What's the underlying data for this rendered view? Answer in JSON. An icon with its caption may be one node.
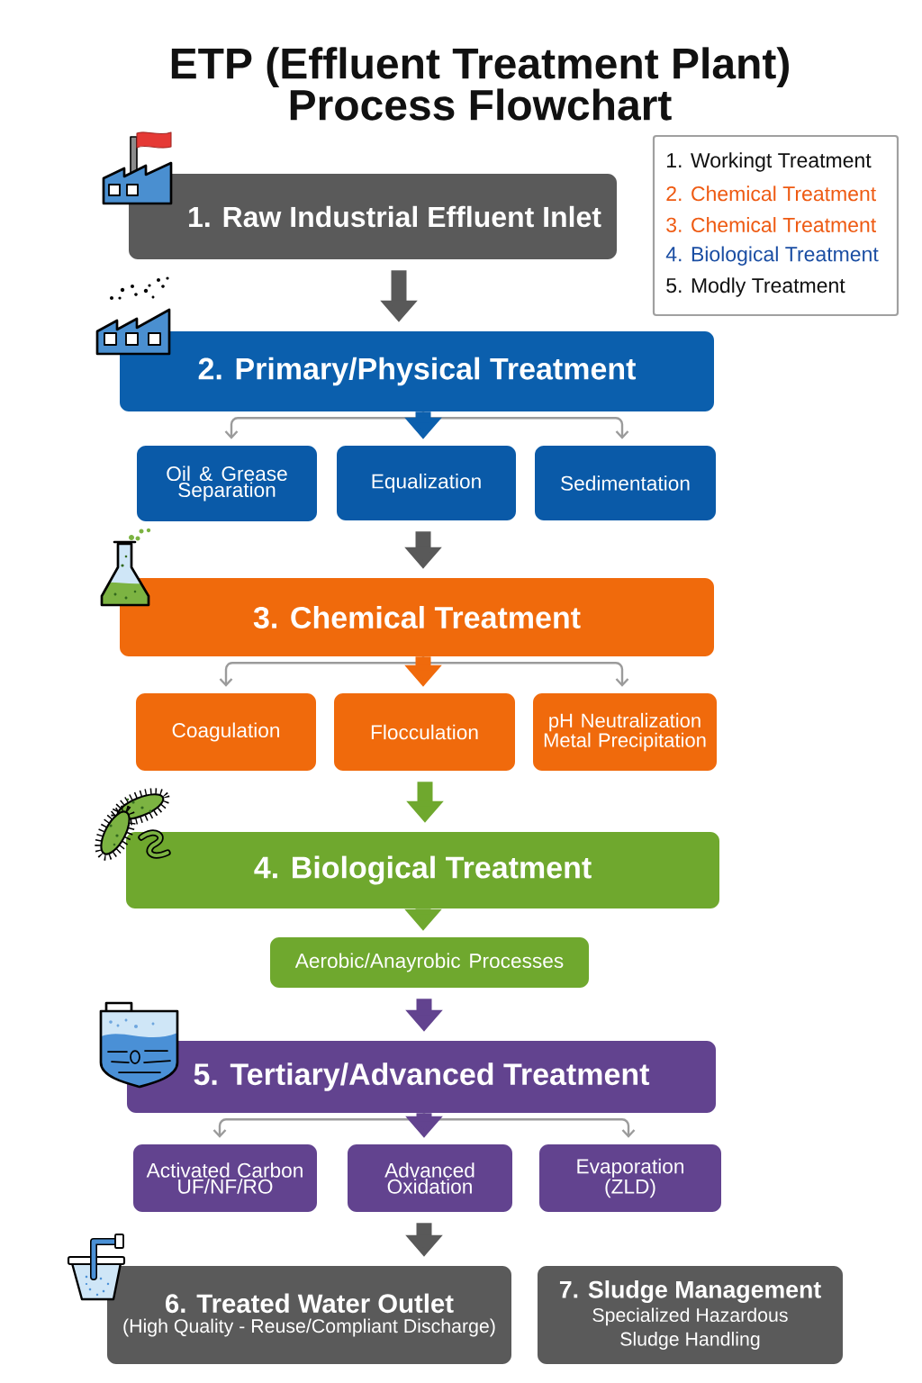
{
  "diagram": {
    "title": "ETP (Effluent Treatment Plant) Process Flowchart",
    "nodes": [
      {
        "text": [
          "1. Raw Industrial Effluent Inlet"
        ]
      },
      {
        "text": [
          "2. Primary/Physical Treatment"
        ]
      },
      {
        "text": [
          "Oil & Grease Separation"
        ]
      },
      {
        "text": [
          "Equalization"
        ]
      },
      {
        "text": [
          "Sedimentation"
        ]
      },
      {
        "text": [
          "3. Chemical Treatment"
        ]
      },
      {
        "text": [
          "Coagulation"
        ]
      },
      {
        "text": [
          "Flocculation"
        ]
      },
      {
        "text": [
          "pH Neutralization Metal Precipitation"
        ]
      },
      {
        "text": [
          "4. Biological Treatment"
        ]
      },
      {
        "text": [
          "Aerobic/Anayrobic Processes"
        ]
      },
      {
        "text": [
          "5. Tertiary/Advanced Treatment"
        ]
      },
      {
        "text": [
          "Activated Carbon UF/NF/RO"
        ]
      },
      {
        "text": [
          "Advanced Oxidation"
        ]
      },
      {
        "text": [
          "Evaporation (ZLD)"
        ]
      },
      {
        "text": [
          "6. Treated Water Outlet",
          "(High Quality - Reuse/Compliant Discharge)"
        ]
      },
      {
        "text": [
          "7. Sludge Management",
          "Specialized Hazardous Sludge Handling"
        ]
      }
    ],
    "edges": [
      {
        "from": 0,
        "to": 1,
        "arrow": "to",
        "color": "#595959"
      },
      {
        "from": 1,
        "to": 2,
        "arrow": "to"
      },
      {
        "from": 1,
        "to": 3,
        "arrow": "to",
        "color": "#0b5fad"
      },
      {
        "from": 1,
        "to": 4,
        "arrow": "to"
      },
      {
        "from": 3,
        "to": 5,
        "arrow": "to",
        "color": "#595959"
      },
      {
        "from": 5,
        "to": 6,
        "arrow": "to"
      },
      {
        "from": 5,
        "to": 7,
        "arrow": "to",
        "color": "#f06a0c"
      },
      {
        "from": 5,
        "to": 8,
        "arrow": "to"
      },
      {
        "from": 7,
        "to": 9,
        "arrow": "to",
        "color": "#6fa82e"
      },
      {
        "from": 9,
        "to": 10,
        "arrow": "to",
        "color": "#6fa82e"
      },
      {
        "from": 10,
        "to": 11,
        "arrow": "to",
        "color": "#62438f"
      },
      {
        "from": 11,
        "to": 12,
        "arrow": "to"
      },
      {
        "from": 11,
        "to": 13,
        "arrow": "to",
        "color": "#62438f"
      },
      {
        "from": 11,
        "to": 14,
        "arrow": "to"
      },
      {
        "from": 13,
        "to": 15,
        "arrow": "to",
        "color": "#595959"
      }
    ],
    "legend": [
      {
        "text": "1. Workingt Treatment",
        "color": "#111111"
      },
      {
        "text": "2. Chemical Treatment",
        "color": "#ee5a12"
      },
      {
        "text": "3. Chemical Treatment",
        "color": "#ee5a12"
      },
      {
        "text": "4. Biological Treatment",
        "color": "#1b4ea3"
      },
      {
        "text": "5. Modly Treatment",
        "color": "#111111"
      }
    ]
  }
}
